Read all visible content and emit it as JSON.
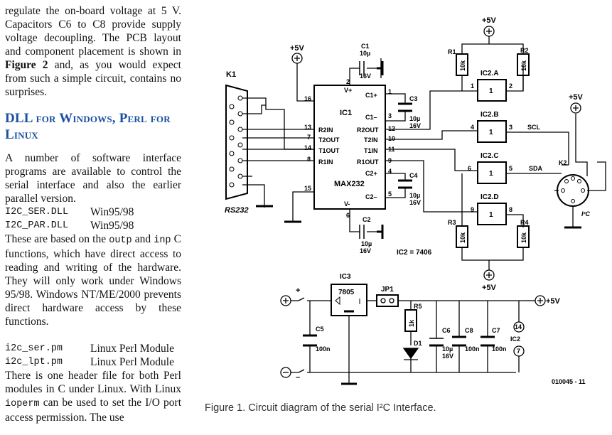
{
  "article": {
    "p1_pre": "regulate the on-board voltage at 5 V. Capacitors C6 to C8 provide supply voltage decoupling. The PCB layout and component placement is shown in ",
    "p1_bold": "Figure 2",
    "p1_post": " and, as you would expect from such a simple circuit, contains no surprises.",
    "heading": "DLL for Windows, Perl for Linux",
    "p2": "A number of software interface programs are available to control the serial interface and also the earlier parallel version.",
    "files": [
      {
        "name": "I2C_SER.DLL",
        "desc": "Win95/98"
      },
      {
        "name": "I2C_PAR.DLL",
        "desc": "Win95/98"
      }
    ],
    "p3_a": "These are based on the ",
    "p3_code1": "outp",
    "p3_b": " and ",
    "p3_code2": "inp",
    "p3_c": " C functions, which have direct access to reading and writing of the hardware. They will only work under Windows 95/98. Windows NT/ME/2000 prevents direct hardware access by these functions.",
    "modules": [
      {
        "name": "i2c_ser.pm",
        "desc": "Linux Perl Module"
      },
      {
        "name": "i2c_lpt.pm",
        "desc": "Linux Perl Module"
      }
    ],
    "p4_a": "There is one header file for both Perl modules in C under Linux. With Linux ",
    "p4_code": "ioperm",
    "p4_b": " can be used to set the I/O port access permission. The use"
  },
  "figure": {
    "caption": "Figure 1. Circuit diagram of the serial I²C Interface.",
    "code": "010045 - 11",
    "labels": {
      "vplus": "+5V",
      "k1": "K1",
      "rs232": "RS232",
      "ic1": "IC1",
      "max232": "MAX232",
      "c1": "C1",
      "c2": "C2",
      "c3": "C3",
      "c4": "C4",
      "cap10u": "10µ",
      "v16": "16V",
      "r1": "R1",
      "r2": "R2",
      "r3": "R3",
      "r4": "R4",
      "r5": "R5",
      "k10": "10k",
      "k1r": "1k",
      "ic2a": "IC2.A",
      "ic2b": "IC2.B",
      "ic2c": "IC2.C",
      "ic2d": "IC2.D",
      "ic2": "IC2",
      "ic2note": "IC2 = 7406",
      "scl": "SCL",
      "sda": "SDA",
      "k2": "K2",
      "i2c": "I²C",
      "ic3": "IC3",
      "reg": "7805",
      "jp1": "JP1",
      "d1": "D1",
      "c5": "C5",
      "c6": "C6",
      "c7": "C7",
      "c8": "C8",
      "n100": "100n",
      "c6v": "10µ",
      "p14": "14",
      "p7": "7",
      "one": "1",
      "r2in": "R2IN",
      "t2out": "T2OUT",
      "t1out": "T1OUT",
      "r1in": "R1IN",
      "r2out": "R2OUT",
      "t2in": "T2IN",
      "t1in": "T1IN",
      "r1out": "R1OUT",
      "c1p": "C1+",
      "c1m": "C1–",
      "c2p": "C2+",
      "c2m": "C2–",
      "vp": "V+",
      "vm": "V-"
    }
  }
}
